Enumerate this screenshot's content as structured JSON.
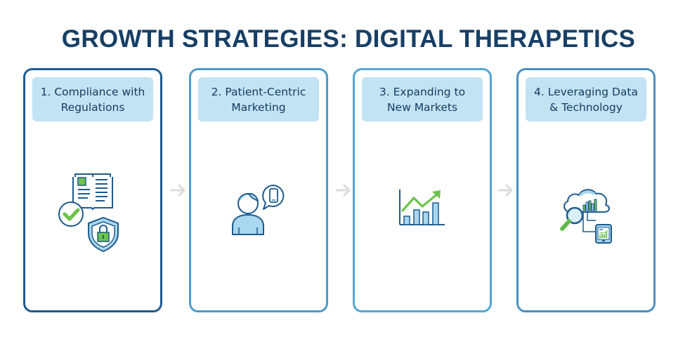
{
  "title": "GROWTH STRATEGIES: DIGITAL THERAPETICS",
  "colors": {
    "title": "#173f66",
    "header_bg": "#c2e3f4",
    "header_text": "#163d61",
    "card_borders": [
      "#1d5a8e",
      "#4c9ccb",
      "#53a6d2",
      "#4a8fc4"
    ],
    "arrow": "#dcdcdc",
    "icon_green": "#6cc24a",
    "icon_blue_fill": "#a9d7ef",
    "icon_stroke": "#1d5a8e"
  },
  "steps": [
    {
      "label": "1. Compliance with Regulations",
      "icon": "book-check-shield-lock-icon"
    },
    {
      "label": "2. Patient-Centric Marketing",
      "icon": "person-speech-phone-icon"
    },
    {
      "label": "3. Expanding to New Markets",
      "icon": "growth-bar-chart-icon"
    },
    {
      "label": "4. Leveraging Data & Technology",
      "icon": "cloud-analytics-magnifier-tablet-icon"
    }
  ],
  "connectors": [
    "arrow-right",
    "arrow-right",
    "arrow-right"
  ]
}
